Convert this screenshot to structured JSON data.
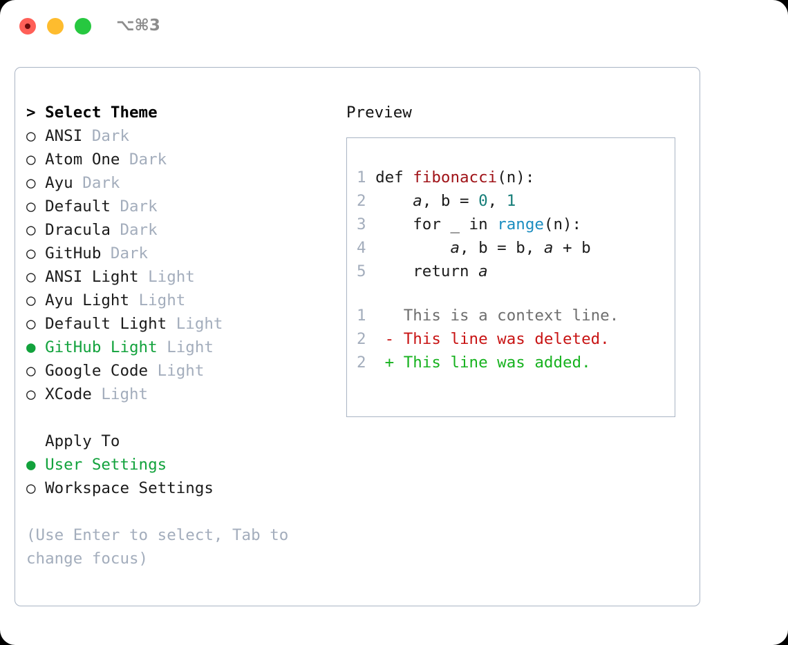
{
  "titlebar": {
    "shortcut": "⌥⌘3",
    "lights": [
      {
        "name": "close",
        "color": "#FF5F57"
      },
      {
        "name": "minimize",
        "color": "#FEBC2E"
      },
      {
        "name": "zoom",
        "color": "#27C840"
      }
    ]
  },
  "theme_picker": {
    "header": "> Select Theme",
    "bullet_unselected": "○",
    "bullet_selected": "●",
    "items": [
      {
        "name": "ANSI",
        "kind": "Dark",
        "selected": false
      },
      {
        "name": "Atom One",
        "kind": "Dark",
        "selected": false
      },
      {
        "name": "Ayu",
        "kind": "Dark",
        "selected": false
      },
      {
        "name": "Default",
        "kind": "Dark",
        "selected": false
      },
      {
        "name": "Dracula",
        "kind": "Dark",
        "selected": false
      },
      {
        "name": "GitHub",
        "kind": "Dark",
        "selected": false
      },
      {
        "name": "ANSI Light",
        "kind": "Light",
        "selected": false
      },
      {
        "name": "Ayu Light",
        "kind": "Light",
        "selected": false
      },
      {
        "name": "Default Light",
        "kind": "Light",
        "selected": false
      },
      {
        "name": "GitHub Light",
        "kind": "Light",
        "selected": true
      },
      {
        "name": "Google Code",
        "kind": "Light",
        "selected": false
      },
      {
        "name": "XCode",
        "kind": "Light",
        "selected": false
      }
    ]
  },
  "apply_to": {
    "header": "Apply To",
    "options": [
      {
        "label": "User Settings",
        "selected": true
      },
      {
        "label": "Workspace Settings",
        "selected": false
      }
    ]
  },
  "hint": "(Use Enter to select, Tab to change focus)",
  "preview": {
    "heading": "Preview",
    "code_lines": [
      {
        "num": "1",
        "text": "def fibonacci(n):"
      },
      {
        "num": "2",
        "text": "    a, b = 0, 1"
      },
      {
        "num": "3",
        "text": "    for _ in range(n):"
      },
      {
        "num": "4",
        "text": "        a, b = b, a + b"
      },
      {
        "num": "5",
        "text": "    return a"
      }
    ],
    "diff_lines": [
      {
        "num": "1",
        "marker": " ",
        "text": "This is a context line.",
        "kind": "context"
      },
      {
        "num": "2",
        "marker": "-",
        "text": "This line was deleted.",
        "kind": "deleted"
      },
      {
        "num": "2",
        "marker": "+",
        "text": "This line was added.",
        "kind": "added"
      }
    ]
  },
  "colors": {
    "accent_green": "#12A23C",
    "muted": "#A3ADBC",
    "border": "#A9B4C4",
    "syntax_function": "#A01318",
    "syntax_number": "#157D78",
    "syntax_builtin": "#1B8DC0",
    "diff_deleted": "#C81414",
    "diff_added": "#17B21F",
    "diff_context": "#6E6E6E"
  }
}
